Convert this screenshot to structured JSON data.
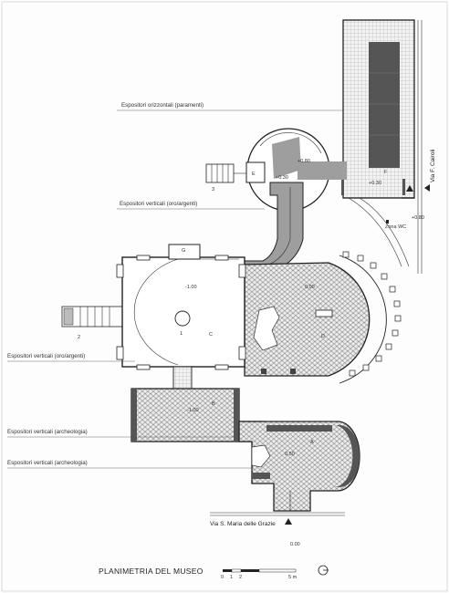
{
  "labels": {
    "orizzontali": "Espositori orizzontali (paramenti)",
    "verticali_oro_1": "Espositori verticali (oro/argenti)",
    "verticali_oro_2": "Espositori verticali (oro/argenti)",
    "verticali_arch_1": "Espositori verticali (archeologia)",
    "verticali_arch_2": "Espositori verticali (archeologia)",
    "zona_wc": "Zona WC"
  },
  "streets": {
    "cairoli": "Via F. Cairoli",
    "grazie": "Via S. Maria delle Grazie"
  },
  "levels": {
    "e_upper": "+0.80",
    "e_lower": "+0.30",
    "f_level": "+0.30",
    "entrance": "+0.80",
    "c_level": "-1.00",
    "d_level": "0.00",
    "b_level": "-1.00",
    "a_level": "0.50",
    "street": "0.00"
  },
  "rooms": {
    "a": "A",
    "b": "B",
    "c": "C",
    "d": "D",
    "e": "E",
    "f": "F",
    "g": "G"
  },
  "markers": {
    "one": "1",
    "two": "2",
    "three": "3"
  },
  "title": "PLANIMETRIA DEL MUSEO",
  "scale": {
    "t0": "0",
    "t1": "1",
    "t2": "2",
    "t5": "5 m"
  },
  "colors": {
    "ink": "#222222",
    "paving": "#c8c8c8",
    "ramp": "#9e9e9e",
    "case": "#555555"
  }
}
